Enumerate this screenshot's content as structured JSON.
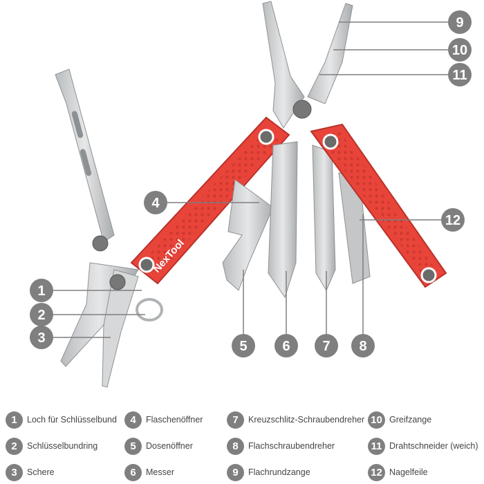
{
  "brand": {
    "logo_text": "NexTool"
  },
  "colors": {
    "handle": "#e8443a",
    "handle_dark": "#c8352c",
    "steel": "#c9cbcc",
    "steel_dark": "#9a9d9f",
    "badge": "#7f7f7f",
    "line": "#7f7f7f"
  },
  "callouts": [
    "1",
    "2",
    "3",
    "4",
    "5",
    "6",
    "7",
    "8",
    "9",
    "10",
    "11",
    "12"
  ],
  "legend": {
    "items": [
      {
        "num": "1",
        "label": "Loch für Schlüsselbund"
      },
      {
        "num": "2",
        "label": "Schlüsselbundring"
      },
      {
        "num": "3",
        "label": "Schere"
      },
      {
        "num": "4",
        "label": "Flaschenöffner"
      },
      {
        "num": "5",
        "label": "Dosenöffner"
      },
      {
        "num": "6",
        "label": "Messer"
      },
      {
        "num": "7",
        "label": "Kreuzschlitz-Schraubendreher"
      },
      {
        "num": "8",
        "label": "Flachschraubendreher"
      },
      {
        "num": "9",
        "label": "Flachrundzange"
      },
      {
        "num": "10",
        "label": "Greifzange"
      },
      {
        "num": "11",
        "label": "Drahtschneider (weich)"
      },
      {
        "num": "12",
        "label": "Nagelfeile"
      }
    ]
  }
}
